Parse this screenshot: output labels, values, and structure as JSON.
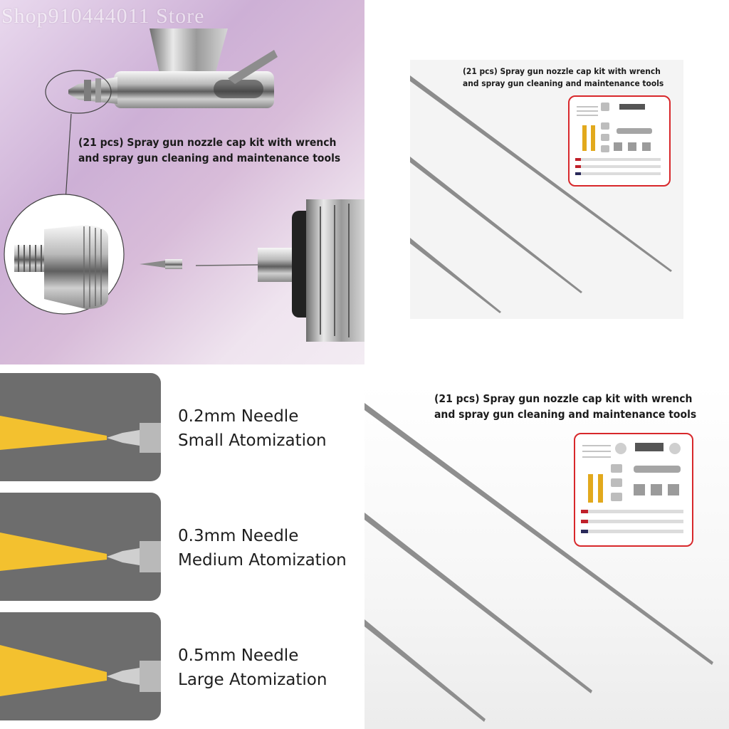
{
  "watermark": "Shop910444011 Store",
  "caption": {
    "line1": "(21 pcs) Spray gun nozzle cap kit with wrench",
    "line2": "and spray gun cleaning and maintenance tools"
  },
  "atomization": [
    {
      "needle": "0.2mm Needle",
      "label": "Small Atomization"
    },
    {
      "needle": "0.3mm Needle",
      "label": "Medium Atomization"
    },
    {
      "needle": "0.5mm Needle",
      "label": "Large Atomization"
    }
  ],
  "colors": {
    "spray": "#f3c12f",
    "frame": "#d8282b",
    "card": "#6d6d6d",
    "background_top_left": "#d8bcd9"
  },
  "icons": [
    "airbrush-icon",
    "nozzle-icon",
    "needle-icon",
    "kit-icon"
  ]
}
